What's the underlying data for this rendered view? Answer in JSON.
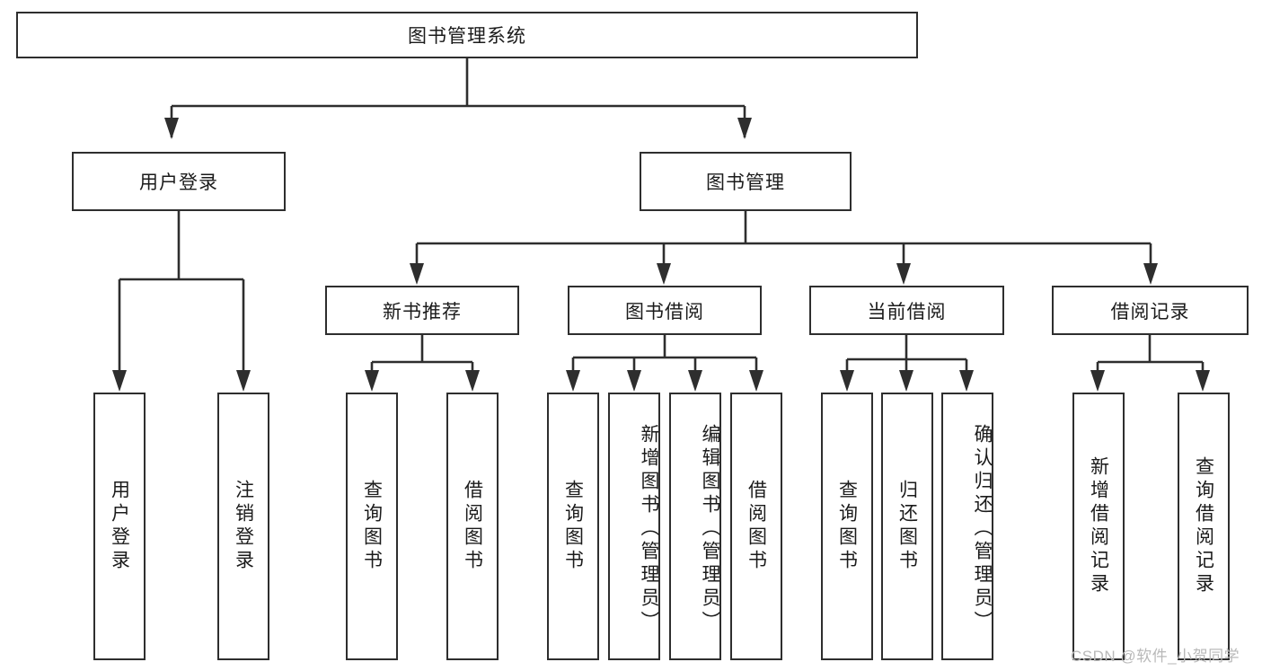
{
  "diagram": {
    "type": "tree",
    "title": "图书管理系统",
    "watermark": "CSDN @软件_小贺同学",
    "colors": {
      "box_border": "#2e2e2e",
      "box_fill": "#ffffff",
      "edge": "#2e2e2e",
      "text": "#1b1b1b",
      "watermark": "#b9b9b9"
    },
    "nodes": {
      "root": {
        "label": "图书管理系统"
      },
      "level2": [
        {
          "label": "用户登录"
        },
        {
          "label": "图书管理"
        }
      ],
      "level3": [
        {
          "label": "新书推荐"
        },
        {
          "label": "图书借阅"
        },
        {
          "label": "当前借阅"
        },
        {
          "label": "借阅记录"
        }
      ],
      "leaves": {
        "user_login": [
          {
            "label": "用户登录"
          },
          {
            "label": "注销登录"
          }
        ],
        "new_book": [
          {
            "label": "查询图书"
          },
          {
            "label": "借阅图书"
          }
        ],
        "book_borrow": [
          {
            "label": "查询图书"
          },
          {
            "label": "新增图书（管理员）"
          },
          {
            "label": "编辑图书（管理员）"
          },
          {
            "label": "借阅图书"
          }
        ],
        "current_borrow": [
          {
            "label": "查询图书"
          },
          {
            "label": "归还图书"
          },
          {
            "label": "确认归还（管理员）"
          }
        ],
        "borrow_record": [
          {
            "label": "新增借阅记录"
          },
          {
            "label": "查询借阅记录"
          }
        ]
      }
    }
  }
}
